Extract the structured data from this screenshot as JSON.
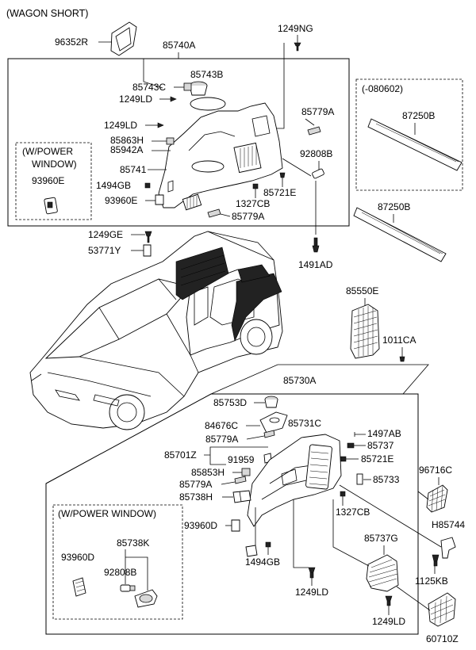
{
  "headers": {
    "wagon_short": "(WAGON SHORT)",
    "power_window_1": "(W/POWER",
    "power_window_1b": "WINDOW)",
    "power_window_2": "(W/POWER WINDOW)",
    "date_080602": "(-080602)"
  },
  "labels": {
    "p96352R": "96352R",
    "p85740A": "85740A",
    "p1249NG": "1249NG",
    "p85743B": "85743B",
    "p85743C": "85743C",
    "p1249LD_a": "1249LD",
    "p85779A_a": "85779A",
    "p1249LD_b": "1249LD",
    "p85863H": "85863H",
    "p85942A": "85942A",
    "p92808B_a": "92808B",
    "p85741": "85741",
    "p93960E_box": "93960E",
    "p1494GB_a": "1494GB",
    "p85721E_a": "85721E",
    "p93960E": "93960E",
    "p1327CB_a": "1327CB",
    "p85779A_b": "85779A",
    "p87250B_a": "87250B",
    "p87250B_b": "87250B",
    "p1249GE": "1249GE",
    "p53771Y": "53771Y",
    "p1491AD": "1491AD",
    "p85550E": "85550E",
    "p1011CA": "1011CA",
    "p85730A": "85730A",
    "p85753D": "85753D",
    "p84676C": "84676C",
    "p85731C": "85731C",
    "p1497AB": "1497AB",
    "p85737": "85737",
    "p85779A_c": "85779A",
    "p85701Z": "85701Z",
    "p85721E_b": "85721E",
    "p91959": "91959",
    "p85853H": "85853H",
    "p85733": "85733",
    "p96716C": "96716C",
    "p85779A_d": "85779A",
    "p85738H": "85738H",
    "p1327CB_b": "1327CB",
    "p93960D_side": "93960D",
    "pH85744": "H85744",
    "p85738K": "85738K",
    "p85737G": "85737G",
    "p93960D": "93960D",
    "p1494GB_b": "1494GB",
    "p92808B_b": "92808B",
    "p1125KB": "1125KB",
    "p1249LD_c": "1249LD",
    "p1249LD_d": "1249LD",
    "p60710Z": "60710Z"
  }
}
